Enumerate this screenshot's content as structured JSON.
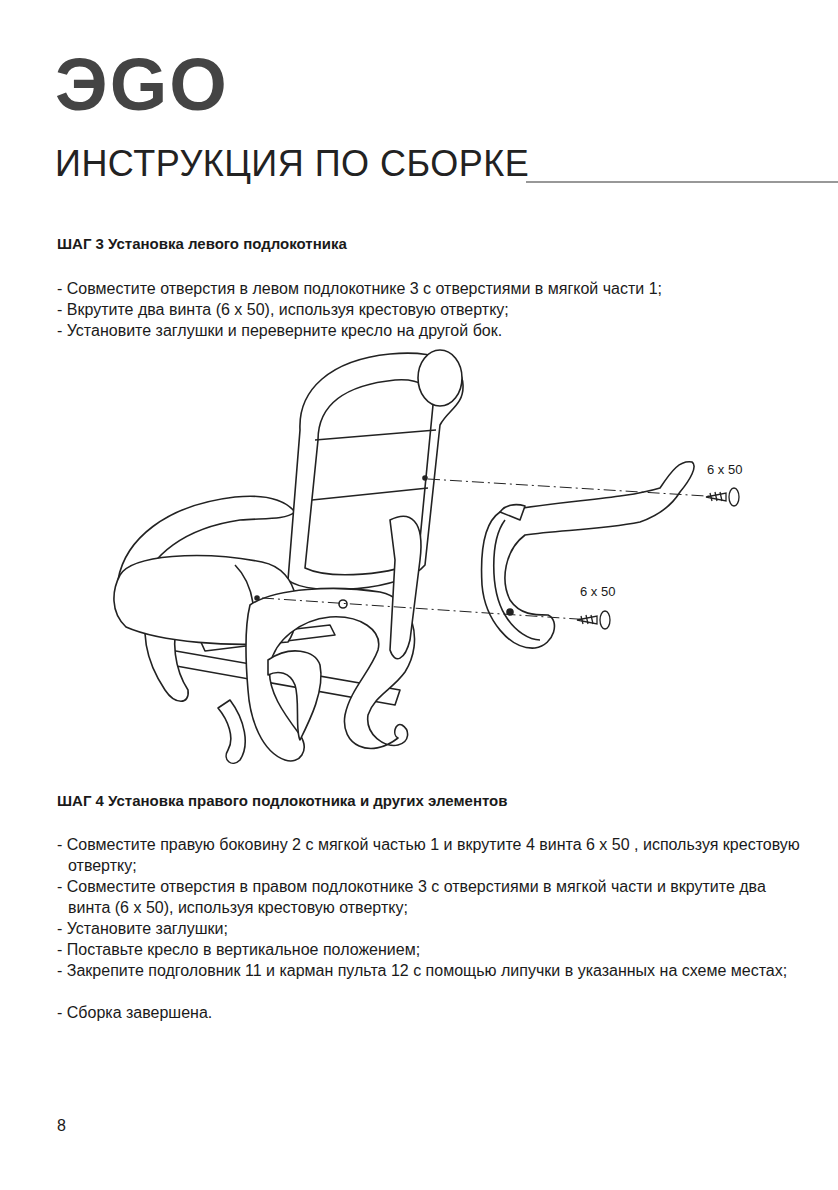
{
  "diagram": {
    "title": "ИНСТРУКЦИЯ ПО СБОРКЕ",
    "labels": [
      "ЭGO",
      "ШАГ 3 Установка левого подлокотника",
      "- Совместите отверстия в левом подлокотнике 3 с отверстиями в мягкой части 1;",
      "- Вкрутите два винта (6 x 50), используя крестовую отвертку;",
      "- Установите заглушки и переверните кресло на другой бок.",
      "6 x 50",
      "6 x 50",
      "ШАГ 4 Установка правого подлокотника и других элементов",
      "- Совместите правую боковину 2 с мягкой частью 1 и вкрутите 4 винта 6 x 50 , используя крестовую отвертку;",
      "- Совместите отверстия в правом подлокотнике 3 с отверстиями в мягкой части и вкрутите два винта (6 x 50), используя крестовую отвертку;",
      "- Установите заглушки;",
      "- Поставьте кресло в вертикальное положением;",
      "- Закрепите подголовник 11 и карман пульта 12 с помощью липучки в указанных на схеме местах;",
      "- Сборка завершена.",
      "8"
    ]
  }
}
